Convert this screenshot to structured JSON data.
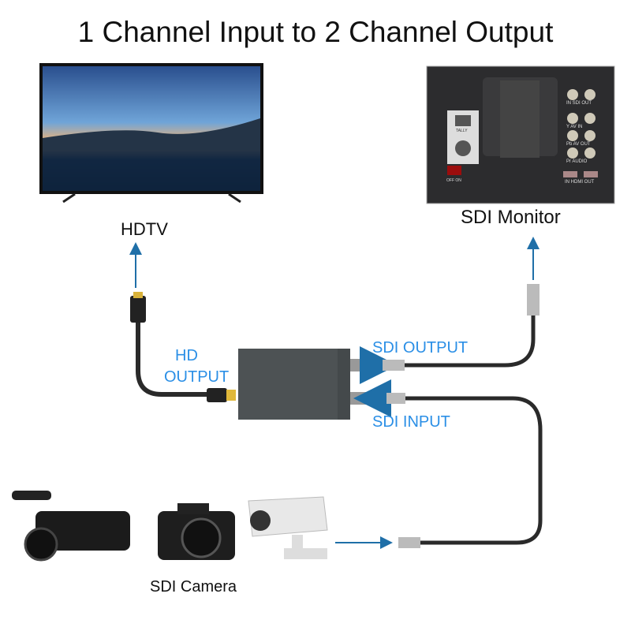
{
  "title": "1 Channel Input to 2 Channel Output",
  "devices": {
    "hdtv": "HDTV",
    "sdi_monitor": "SDI Monitor",
    "sdi_camera": "SDI Camera"
  },
  "ports": {
    "hd_output_line1": "HD",
    "hd_output_line2": "OUTPUT",
    "sdi_output": "SDI OUTPUT",
    "sdi_input": "SDI INPUT"
  },
  "monitor_panel": {
    "sdi": "IN  SDI  OUT",
    "av": "Y  AV IN",
    "pb": "Pb  AV OUT",
    "pr": "Pr  AUDIO",
    "hdmi": "IN  HDMI  OUT",
    "tally": "TALLY",
    "power": "OFF  ON"
  },
  "colors": {
    "accent": "#2b8fe6",
    "arrow": "#1f6fa8",
    "box": "#4d5254",
    "cable": "#2a2a2a"
  }
}
